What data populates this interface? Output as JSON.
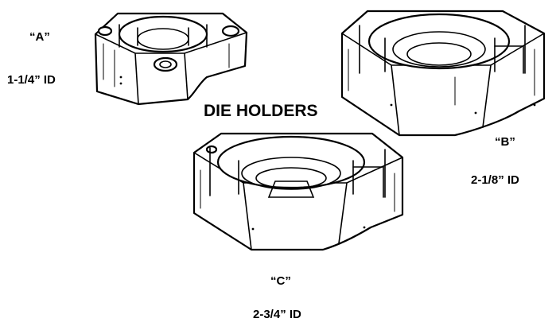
{
  "title": "DIE HOLDERS",
  "holders": [
    {
      "letter": "“A”",
      "size": "1-1/4” ID"
    },
    {
      "letter": "“B”",
      "size": "2-1/8” ID"
    },
    {
      "letter": "“C”",
      "size": "2-3/4” ID"
    }
  ]
}
